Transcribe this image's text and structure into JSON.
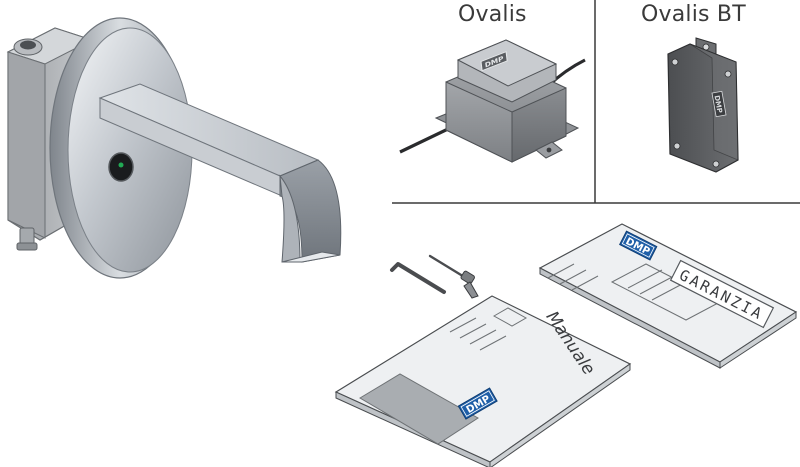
{
  "headers": {
    "ovalis": "Ovalis",
    "ovalis_bt": "Ovalis BT"
  },
  "brand": {
    "logo_text": "DMP",
    "logo_color": "#1f5fa8"
  },
  "documents": {
    "warranty_title": "GARANZIA",
    "manual_title": "Manuale"
  },
  "colors": {
    "divider": "#3a3a3a",
    "chrome": "#b9bec4",
    "device_body": "#8d8f92",
    "bt_body": "#5a5c5f",
    "paper": "#eef0f2",
    "sensor": "#22aa55"
  }
}
